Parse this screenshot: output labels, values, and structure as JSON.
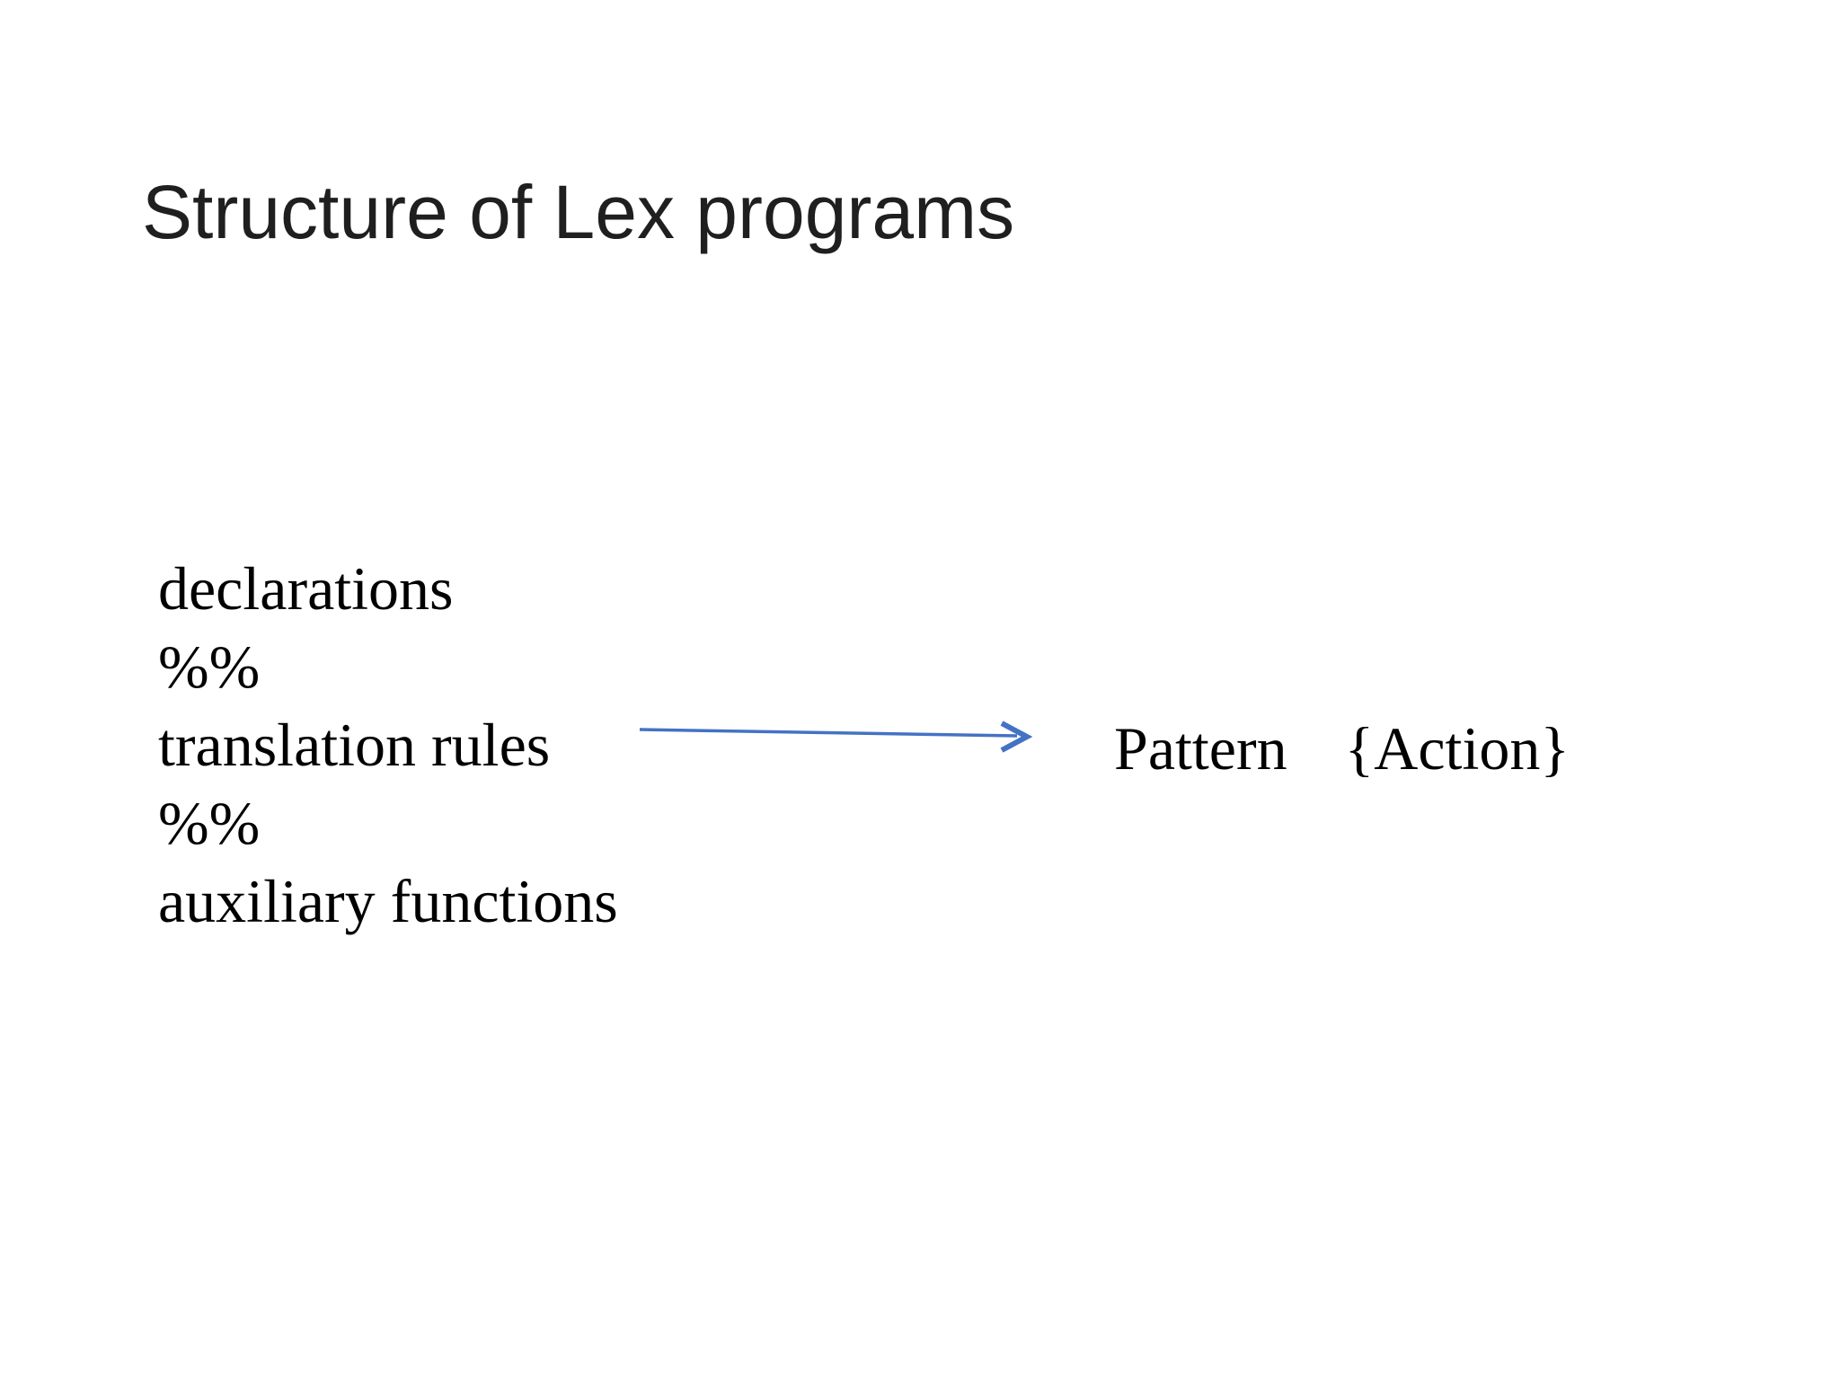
{
  "slide": {
    "title": "Structure of Lex programs",
    "body": {
      "lines": [
        "declarations",
        "%%",
        "translation rules",
        "%%",
        "auxiliary functions"
      ]
    },
    "rule_format": {
      "pattern": "Pattern",
      "action": "{Action}"
    },
    "arrow": {
      "color": "#4472C4"
    },
    "colors": {
      "background": "#FFFFFF",
      "title_text": "#1F1F1F",
      "body_text": "#000000"
    }
  }
}
